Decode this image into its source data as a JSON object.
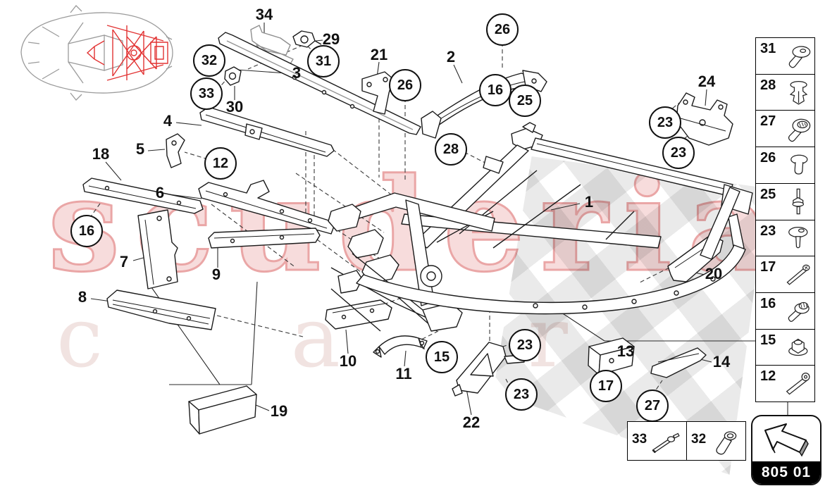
{
  "branding": {
    "watermark_line1": "scuderia",
    "watermark_line2": "c   a   r      p   a   r   t   s"
  },
  "page": {
    "code": "805 01"
  },
  "callouts": {
    "circled": [
      "26",
      "26",
      "16",
      "25",
      "28",
      "31",
      "32",
      "33",
      "12",
      "16",
      "15",
      "23",
      "23",
      "23",
      "23",
      "17",
      "27"
    ],
    "plain": [
      "34",
      "29",
      "3",
      "30",
      "21",
      "2",
      "24",
      "4",
      "5",
      "18",
      "6",
      "7",
      "9",
      "8",
      "1",
      "10",
      "11",
      "19",
      "22",
      "13",
      "14",
      "20"
    ]
  },
  "sidebar": {
    "items": [
      {
        "number": "31",
        "icon": "countersunk-rivet-icon"
      },
      {
        "number": "28",
        "icon": "expansion-clip-icon"
      },
      {
        "number": "27",
        "icon": "torx-screw-icon"
      },
      {
        "number": "26",
        "icon": "plastic-plug-icon"
      },
      {
        "number": "25",
        "icon": "stud-with-nut-icon"
      },
      {
        "number": "23",
        "icon": "flat-head-screw-icon"
      },
      {
        "number": "17",
        "icon": "long-bolt-icon"
      },
      {
        "number": "16",
        "icon": "flange-bolt-icon"
      },
      {
        "number": "15",
        "icon": "flange-nut-icon"
      },
      {
        "number": "12",
        "icon": "button-head-bolt-icon"
      }
    ]
  },
  "legend": {
    "items": [
      {
        "number": "33",
        "icon": "blind-rivet-icon"
      },
      {
        "number": "32",
        "icon": "rivet-nut-icon"
      }
    ]
  },
  "colors": {
    "highlight_red": "#e23333",
    "watermark_pink": "#eaa6a6",
    "line": "#1b1b1b"
  }
}
